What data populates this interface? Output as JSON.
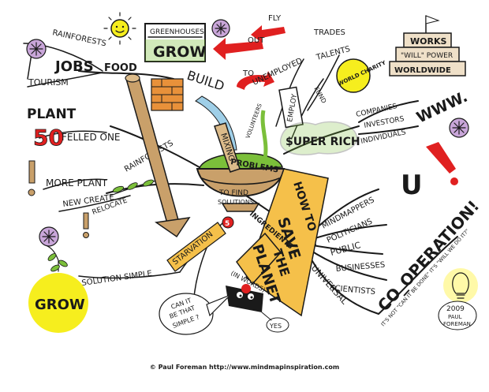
{
  "colors": {
    "yellow": "#f6ee1e",
    "pale_yellow": "#fff9a8",
    "orange_bar": "#f5c04a",
    "green_leaf": "#7bbf3a",
    "red_arrow": "#e02020",
    "brick": "#e8913a",
    "wood": "#c9a06a",
    "flower": "#c9a6d9",
    "water": "#9fcfe8"
  },
  "nodes": {
    "rainforests_top": "RAINFORESTS",
    "jobs": "JOBS",
    "tourism": "TOURISM",
    "food": "FOOD",
    "greenhouses": "GREENHOUSES",
    "grow_top": "GROW",
    "out": "OUT",
    "fly": "FLY",
    "to": "TO",
    "build": "BUILD",
    "trades": "TRADES",
    "talents": "TALENTS",
    "unemployed": "UNEMPLOYED",
    "volunteers": "VOLUNTEERS",
    "employ": "EMPLOY",
    "fund": "FUND",
    "world_charity": "WORLD CHARITY",
    "works": "WORKS",
    "will_power": "\"WILL\" POWER",
    "worldwide": "WORLDWIDE",
    "companies": "COMPANIES",
    "investors": "INVESTORS",
    "individuals": "INDIVIDUALS",
    "www": "WWW.",
    "super_rich": "$UPER RICH",
    "plant": "PLANT",
    "fifty": "50",
    "felled_one": "FELLED ONE",
    "more_plant": "MORE PLANT",
    "new_create": "NEW CREATE",
    "rainforests_mid": "RAINFORESTS",
    "relocate": "RELOCATE",
    "mixing": "MIXING",
    "problems": "PROBLEMS",
    "to_find": "TO FIND",
    "solutions": "SOLUTIONS",
    "u": "U",
    "how_to": "HOW TO",
    "save": "SAVE",
    "the": "THE",
    "planet": "PLANET",
    "in_words": "(IN WORDS)",
    "ingredients": "INGREDIENTS",
    "mindmappers": "MINDMAPPERS",
    "politicians": "POLITICIANS",
    "public": "PUBLIC",
    "businesses": "BUSINESSES",
    "scientists": "SCIENTISTS",
    "universal": "UNIVERSAL",
    "co_operation": "CO_OPERATION!",
    "starvation": "STARVATION",
    "five": "5",
    "grow_bottom": "GROW",
    "solution_simple": "SOLUTION SIMPLE",
    "can_it_be": "CAN IT",
    "be_that": "BE THAT",
    "simple_q": "SIMPLE ?",
    "yes": "YES",
    "its_not": "IT'S NOT \"CAN IT BE DONE\" IT'S \"WILL WE DO IT?\"",
    "year": "2009",
    "author_first": "PAUL",
    "author_last": "FOREMAN"
  },
  "credit": "© Paul Foreman http://www.mindmapinspiration.com"
}
